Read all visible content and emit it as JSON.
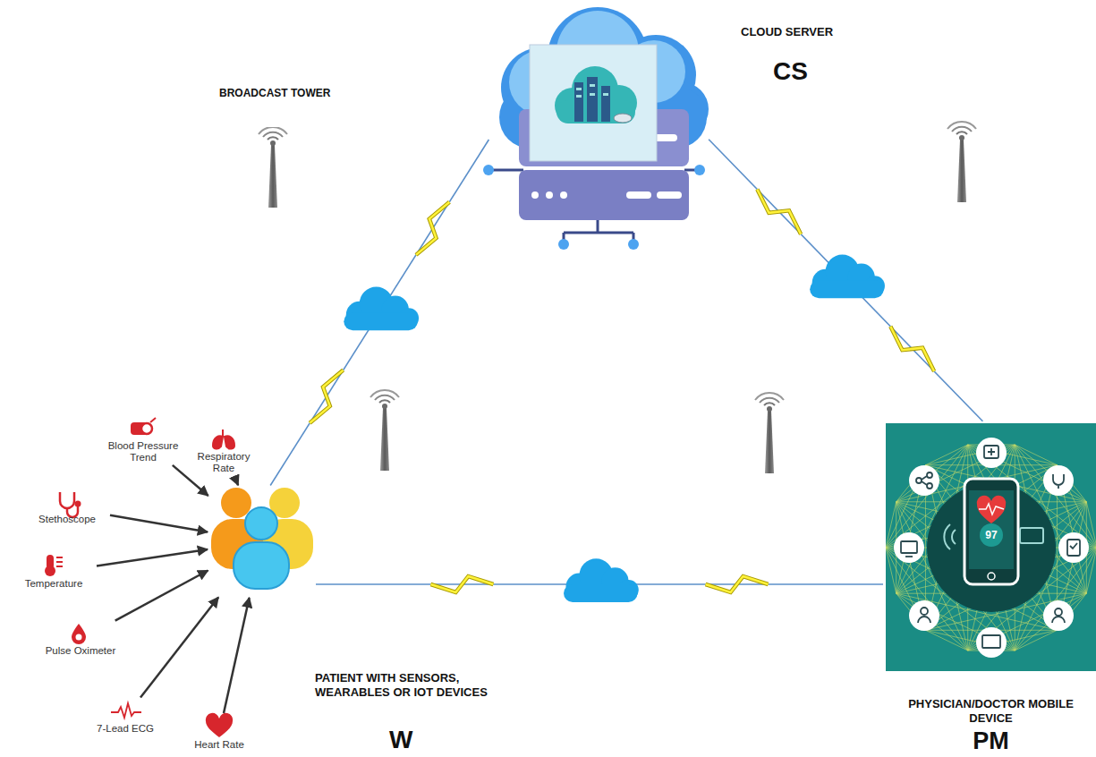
{
  "diagram": {
    "nodes": [
      {
        "text": [
          "CLOUD SERVER",
          "CS"
        ]
      },
      {
        "text": [
          "PATIENT WITH SENSORS, WEARABLES OR IOT DEVICES",
          "W"
        ]
      },
      {
        "text": [
          "PHYSICIAN/DOCTOR MOBILE DEVICE",
          "PM"
        ]
      },
      {
        "text": [
          "Blood Pressure Trend"
        ]
      },
      {
        "text": [
          "Respiratory Rate"
        ]
      },
      {
        "text": [
          "Stethoscope"
        ]
      },
      {
        "text": [
          "Temperature"
        ]
      },
      {
        "text": [
          "Pulse Oximeter"
        ]
      },
      {
        "text": [
          "7-Lead ECG"
        ]
      },
      {
        "text": [
          "Heart Rate"
        ]
      }
    ],
    "edges": [
      {
        "from": 1,
        "to": 0,
        "arrow": "none"
      },
      {
        "from": 0,
        "to": 2,
        "arrow": "none"
      },
      {
        "from": 1,
        "to": 2,
        "arrow": "none"
      },
      {
        "from": 3,
        "to": 1,
        "arrow": "to"
      },
      {
        "from": 4,
        "to": 1,
        "arrow": "to"
      },
      {
        "from": 5,
        "to": 1,
        "arrow": "to"
      },
      {
        "from": 6,
        "to": 1,
        "arrow": "to"
      },
      {
        "from": 7,
        "to": 1,
        "arrow": "to"
      },
      {
        "from": 8,
        "to": 1,
        "arrow": "to"
      },
      {
        "from": 9,
        "to": 1,
        "arrow": "to"
      }
    ],
    "labels": [
      "BROADCAST TOWER",
      "97"
    ]
  }
}
